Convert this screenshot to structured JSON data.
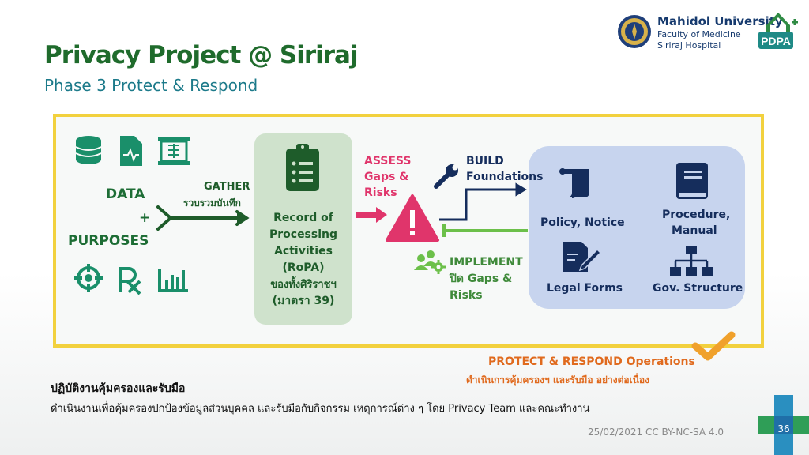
{
  "header": {
    "title": "Privacy Project @ Siriraj",
    "subtitle": "Phase 3 Protect & Respond"
  },
  "logo": {
    "university": "Mahidol University",
    "faculty_line1": "Faculty of Medicine",
    "faculty_line2": "Siriraj Hospital",
    "badge": "PDPA"
  },
  "diagram": {
    "input_label_line1": "DATA",
    "input_label_plus": "+",
    "input_label_line2": "PURPOSES",
    "gather_en": "GATHER",
    "gather_th": "รวบรวมบันทึก",
    "ropa_lines": [
      "Record of",
      "Processing",
      "Activities",
      "(RoPA)",
      "ของทั้งศิริราชฯ",
      "(มาตรา 39)"
    ],
    "assess_lines": [
      "ASSESS",
      "Gaps &",
      "Risks"
    ],
    "build_lines": [
      "BUILD",
      "Foundations"
    ],
    "implement_lines": [
      "IMPLEMENT",
      "ปิด Gaps &",
      "Risks"
    ],
    "foundations": {
      "policy": "Policy, Notice",
      "procedure_line1": "Procedure,",
      "procedure_line2": "Manual",
      "legal": "Legal Forms",
      "gov": "Gov. Structure"
    },
    "operations_en": "PROTECT & RESPOND Operations",
    "operations_th": "ดำเนินการคุ้มครองฯ และรับมือ อย่างต่อเนื่อง"
  },
  "body": {
    "heading_th": "ปฏิบัติงานคุ้มครองและรับมือ",
    "description_th": "ดำเนินงานเพื่อคุ้มครองปกป้องข้อมูลส่วนบุคคล และรับมือกับกิจกรรม เหตุการณ์ต่าง ๆ โดย Privacy Team และคณะทำงาน"
  },
  "footer": {
    "date_license": "25/02/2021   CC BY-NC-SA 4.0",
    "page": "36"
  },
  "colors": {
    "title_green": "#1f6b2c",
    "subtitle_teal": "#1c7a8a",
    "frame_yellow": "#f2d13e",
    "icon_teal": "#1a8f6a",
    "ropa_green": "#cfe2cc",
    "warning_red": "#e0356b",
    "navy": "#152d5c",
    "ops_blue": "#c7d4ee",
    "implement_green": "#6cc04a",
    "check_orange": "#f0a12c"
  }
}
